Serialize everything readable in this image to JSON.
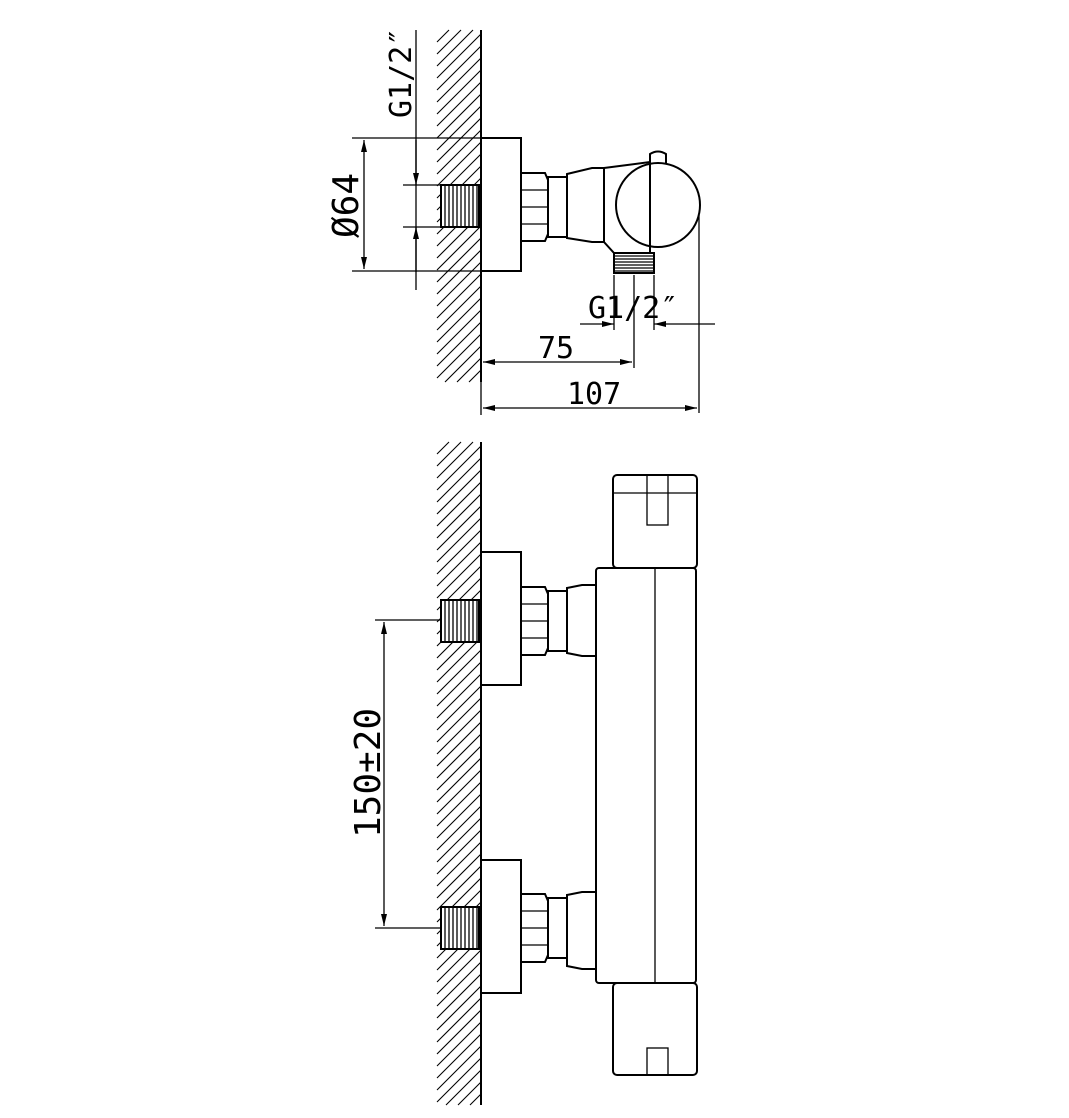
{
  "side_view": {
    "dims": {
      "inlet_thread": "G1/2″",
      "flange_diameter": "Ø64",
      "outlet_thread": "G1/2″",
      "outlet_offset": "75",
      "overall_depth": "107"
    }
  },
  "front_view": {
    "dims": {
      "inlet_spacing": "150±20"
    }
  }
}
